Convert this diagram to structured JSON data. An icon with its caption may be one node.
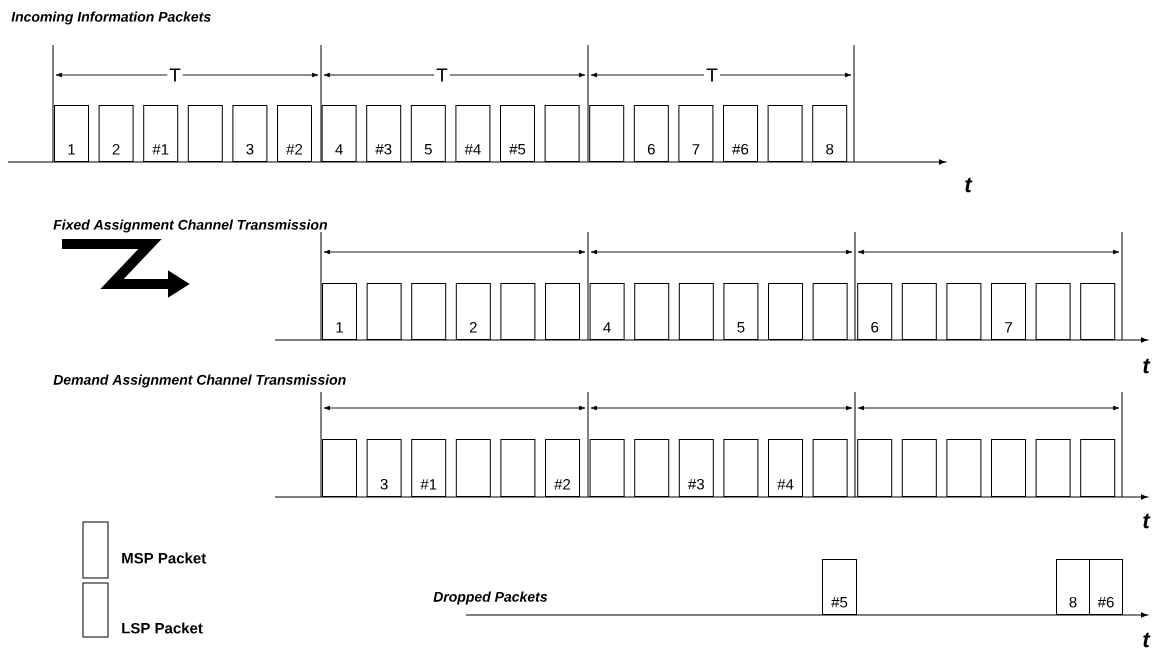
{
  "diagram": {
    "nodes": [
      {
        "text": [
          "1"
        ]
      },
      {
        "text": [
          "2"
        ]
      },
      {
        "text": [
          "#1"
        ]
      },
      {
        "text": [],
        "shape": "box"
      },
      {
        "text": [
          "3"
        ]
      },
      {
        "text": [
          "#2"
        ]
      },
      {
        "text": [
          "4"
        ]
      },
      {
        "text": [
          "#3"
        ]
      },
      {
        "text": [
          "5"
        ]
      },
      {
        "text": [
          "#4"
        ]
      },
      {
        "text": [
          "#5"
        ]
      },
      {
        "text": [],
        "shape": "box"
      },
      {
        "text": [],
        "shape": "box"
      },
      {
        "text": [
          "6"
        ]
      },
      {
        "text": [
          "7"
        ]
      },
      {
        "text": [
          "#6"
        ]
      },
      {
        "text": [],
        "shape": "box"
      },
      {
        "text": [
          "8"
        ]
      },
      {
        "text": [
          "1"
        ]
      },
      {
        "text": [],
        "shape": "box"
      },
      {
        "text": [],
        "shape": "box"
      },
      {
        "text": [
          "2"
        ]
      },
      {
        "text": [],
        "shape": "box"
      },
      {
        "text": [],
        "shape": "box"
      },
      {
        "text": [
          "4"
        ]
      },
      {
        "text": [],
        "shape": "box"
      },
      {
        "text": [],
        "shape": "box"
      },
      {
        "text": [
          "5"
        ]
      },
      {
        "text": [],
        "shape": "box"
      },
      {
        "text": [],
        "shape": "box"
      },
      {
        "text": [
          "6"
        ]
      },
      {
        "text": [],
        "shape": "box"
      },
      {
        "text": [],
        "shape": "box"
      },
      {
        "text": [
          "7"
        ]
      },
      {
        "text": [],
        "shape": "box"
      },
      {
        "text": [],
        "shape": "box"
      },
      {
        "text": [],
        "shape": "box"
      },
      {
        "text": [
          "3"
        ]
      },
      {
        "text": [
          "#1"
        ]
      },
      {
        "text": [],
        "shape": "box"
      },
      {
        "text": [],
        "shape": "box"
      },
      {
        "text": [
          "#2"
        ]
      },
      {
        "text": [],
        "shape": "box"
      },
      {
        "text": [],
        "shape": "box"
      },
      {
        "text": [
          "#3"
        ]
      },
      {
        "text": [],
        "shape": "box"
      },
      {
        "text": [
          "#4"
        ]
      },
      {
        "text": [],
        "shape": "box"
      },
      {
        "text": [],
        "shape": "box"
      },
      {
        "text": [],
        "shape": "box"
      },
      {
        "text": [],
        "shape": "box"
      },
      {
        "text": [],
        "shape": "box"
      },
      {
        "text": [],
        "shape": "box"
      },
      {
        "text": [],
        "shape": "box"
      },
      {
        "text": [
          "#5"
        ]
      },
      {
        "text": [
          "8"
        ]
      },
      {
        "text": [
          "#6"
        ]
      }
    ],
    "labels": [
      "Incoming Information Packets",
      "T",
      "T",
      "T",
      "t",
      "Fixed Assignment Channel Transmission",
      "t",
      "Demand Assignment Channel Transmission",
      "t",
      "Dropped Packets",
      "t"
    ],
    "legend": [
      {
        "text": "MSP Packet"
      },
      {
        "text": "LSP Packet"
      }
    ]
  }
}
